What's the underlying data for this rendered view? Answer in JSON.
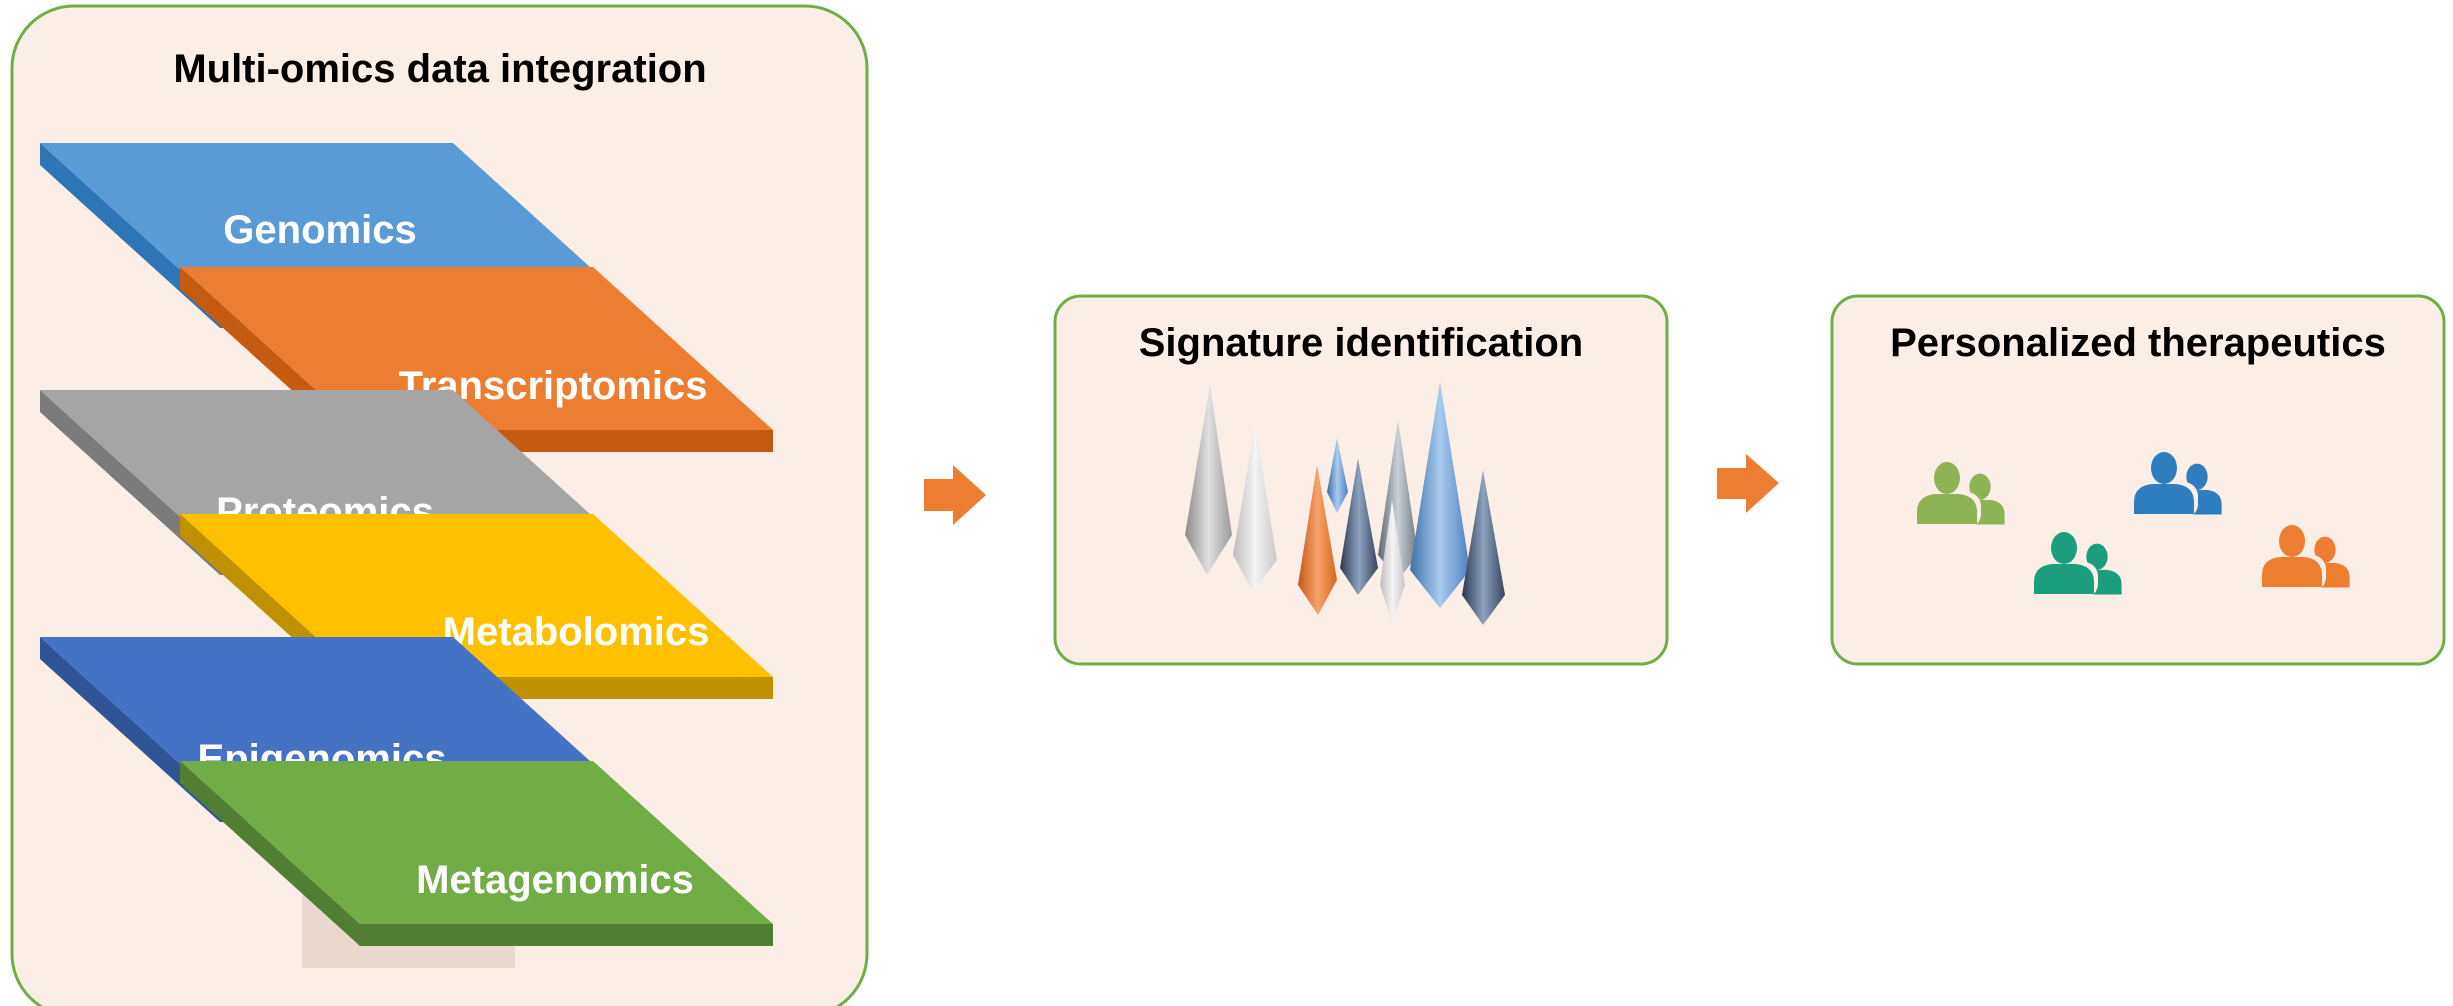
{
  "panels": {
    "integration": {
      "title": "Multi-omics data integration",
      "fill": "#FBEEE6",
      "border": "#70AD47"
    },
    "signature": {
      "title": "Signature identification",
      "fill": "#FBEEE6",
      "border": "#70AD47"
    },
    "therapeutics": {
      "title": "Personalized therapeutics",
      "fill": "#FBEEE6",
      "border": "#70AD47"
    }
  },
  "layers": [
    {
      "label": "Genomics",
      "color": "#5B9BD5",
      "side": "#2E75B6"
    },
    {
      "label": "Transcriptomics",
      "color": "#ED7D31",
      "side": "#C55A11"
    },
    {
      "label": "Proteomics",
      "color": "#A5A5A5",
      "side": "#7B7B7B"
    },
    {
      "label": "Metabolomics",
      "color": "#FFC000",
      "side": "#BF9000"
    },
    {
      "label": "Epigenomics",
      "color": "#4472C4",
      "side": "#2F5597"
    },
    {
      "label": "Metagenomics",
      "color": "#70AD47",
      "side": "#507E32"
    }
  ],
  "arrows": {
    "color": "#ED7D31"
  },
  "people_icons": [
    {
      "name": "green-people-icon",
      "color": "#8DB356"
    },
    {
      "name": "teal-people-icon",
      "color": "#1A9E7E"
    },
    {
      "name": "blue-people-icon",
      "color": "#2E7DBF"
    },
    {
      "name": "orange-people-icon",
      "color": "#ED7D31"
    }
  ]
}
